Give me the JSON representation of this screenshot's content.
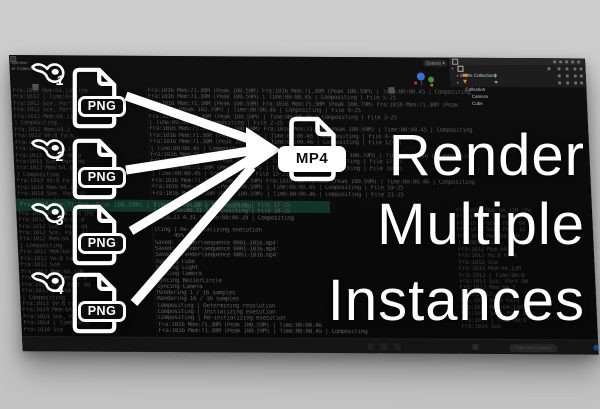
{
  "colors": {
    "background": "#cacaca",
    "panel": "#0d0d0d",
    "accent_white": "#ffffff",
    "outliner_orange": "#e0883a",
    "outliner_green": "#57b857",
    "gizmo_blue": "#3b6fd4",
    "highlight_green": "#12352b"
  },
  "headline": {
    "lines": [
      "Render",
      "Multiple",
      "Instances"
    ]
  },
  "icons": {
    "blender_instances": [
      {
        "label": "1"
      },
      {
        "label": "2"
      },
      {
        "label": "3"
      },
      {
        "label": "4"
      }
    ],
    "png_label": "PNG",
    "mp4_label": "MP4"
  },
  "blender_ui": {
    "viewport_text_1": "spective",
    "viewport_text_2": "er Collection | C",
    "options_label": "Options",
    "options_caret": "▾",
    "outliner": {
      "rows": [
        {
          "label": "Scene Collection |"
        },
        {
          "label": "Collection"
        },
        {
          "label": "Camera"
        },
        {
          "label": "Cube"
        }
      ],
      "caret": "▸"
    }
  },
  "terminal": {
    "render_lines": [
      "Fra:1016 Mem:71.30M (Peak 100.59M) Fra:1016 Mem:71.30M (Peak 100.59M) | Time:00:00.45 | Compositing",
      "Fra:1016 Mem:71.30M (Peak 100.59M) | Time:00:00.45 | Compositing | File 5-25",
      "Fra:1016 Mem:71.30M (Peak 100.59M) Fra:1016 Mem:75.30M (Peak 100.79M) Fra:1016 Mem:71.30M (Peak",
      "100.59M) (Peak 102.79M) | Time:00:00.46 | Compositing | File 9-25",
      "Fra:1016 Mem:71.30M (Peak 100.59M) | Time:00:00.46 | Compositing | File 3-25",
      "| Time:00:00.45 | Compositing | File 2-25",
      "Fra:1016 Mem:71.30M (Peak 100.59M) Fra:1016 Mem:71.30M (Peak 100.59M) | Time:00:00.45 | Compositing",
      "Fra:1016 Mem:71.30M (Peak 100.59M) | Time:00:00.45 | Compositing | File 4-25",
      "Fra:1016 Mem:71.30M (Peak 100.59M) | Time:00:00.46 | Compositing | File 12-25",
      "| Time:00:00.45 | Compositing | File 7-25",
      "Fra:1016 Mem:71.30M (Peak 100.59M) Fra:1016 Mem:75.30M (Peak 100.79M) | Time:00:00.46 | Compositing",
      "Fra:1016 Mem:71.30M (Peak 100.59M) | Time:00:00.45 | Compositing | File 17-25",
      "Fra:1016 Mem:71.30M (Peak 100.59M) | Time:00:00.29 | Compositing | File 10-25",
      "| Time:00:00.45 | Compositing | File 15-25",
      "Fra:1016 Mem:71.30M (Peak 100.59M) Fra:1016 Mem:71.30M (Peak 100.59M) | Time:00:00.46 | Compositing",
      "Fra:1016 Mem:71.30M (Peak 100.59M) | Time:00:00.45 | Compositing | File 19-25",
      "Fra:1016 Mem:71.30M (Peak 100.59M) | Time:00:00.46 | Compositing | File 21-25"
    ],
    "tail_lines": [
      "| Time:00:00.29 | Compositing | File 17-25",
      "| Time:00:00.31 | Compositing | File 18-25",
      "  128.21 4.31 | Time:00:00.29 | Compositing",
      " ",
      "iting | Re-initializing execution",
      "      45%",
      "Saved: 'render\\sequence 0001-1016.mp4'",
      "Saved: 'render\\sequence 0001-1016.mp4'",
      "Saved: 'render\\sequence 0001-1016.mp4'",
      "Syncing Cube",
      "Syncing Light",
      "Syncing Camera",
      "Syncing BezierCircle",
      "Syncing Camera",
      "Rendering 1 / 16 samples",
      "Rendering 16 / 16 samples",
      "Compositing | Determining resolution",
      "Compositing | Initializing execution",
      "Compositing | Re-initializing execution",
      "Fra:1016 Mem:71.30M (Peak 100.59M) | Time:00:00.46",
      "Fra:1016 Mem:71.30M (Peak 100.59M) | Time:00:00.45 | Compositing"
    ],
    "left_lines": [
      "Fra:1012 Mem:64.11M (Pe",
      "Fra:1012 | Time:00:0",
      "Fra:1012 Sce, Part 04",
      "Fra:1012 Sce, Part 12",
      "Fra:1012 Mem:64.11M",
      "| Compositing",
      "Fra:1012 Mem:64.2",
      "Fra:1012 Ve:8 Fa:6",
      "Fra:1012 Sce",
      "Fra:1013 Mem:64.11M",
      "Fra:1013 | Time:00:0",
      "Fra:1013 Sce, Part 08",
      "Fra:1013 Mem:64.3",
      "| Compositing",
      "Fra:1013 Ve:8 Fa:6",
      "Fra:1014 Mem:64.11M",
      "Fra:1014 Sce, Part 02",
      "Fra:1014 | Time:00:0",
      "Fra:1014 Sce"
    ],
    "highlight_line": "Fra:1016 Mem:71.30M (Peak 100.59M) | Time:00:00.29 | Compositing"
  },
  "taskbar": {
    "search_placeholder": "Type here to search"
  }
}
